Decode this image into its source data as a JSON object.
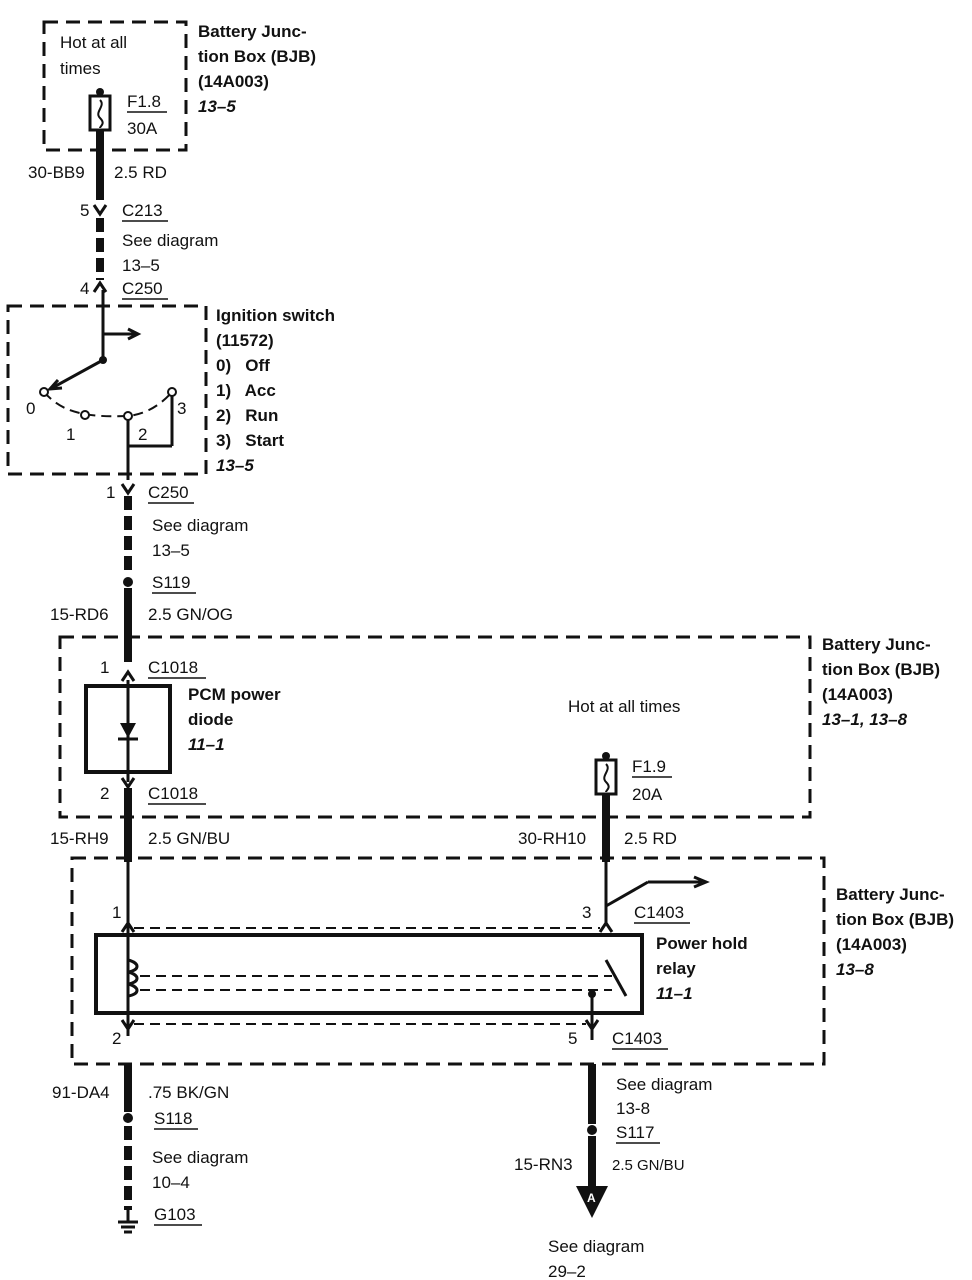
{
  "bjb_top": {
    "hot_line1": "Hot at all",
    "hot_line2": "times",
    "title1": "Battery Junc-",
    "title2": "tion Box (BJB)",
    "part": "(14A003)",
    "ref": "13–5",
    "fuse_id": "F1.8",
    "fuse_rating": "30A"
  },
  "wire1": {
    "circuit": "30-BB9",
    "spec": "2.5 RD"
  },
  "c213": {
    "pin": "5",
    "id": "C213",
    "note1": "See diagram",
    "note2": "13–5"
  },
  "c250_top": {
    "pin": "4",
    "id": "C250"
  },
  "ignition": {
    "title": "Ignition switch",
    "part": "(11572)",
    "pos0": "0)   Off",
    "pos1": "1)   Acc",
    "pos2": "2)   Run",
    "pos3": "3)   Start",
    "ref": "13–5",
    "mark0": "0",
    "mark1": "1",
    "mark2": "2",
    "mark3": "3"
  },
  "c250_bot": {
    "pin": "1",
    "id": "C250",
    "note1": "See diagram",
    "note2": "13–5"
  },
  "s119": {
    "id": "S119"
  },
  "wire2": {
    "circuit": "15-RD6",
    "spec": "2.5 GN/OG"
  },
  "bjb_mid": {
    "title1": "Battery Junc-",
    "title2": "tion Box (BJB)",
    "part": "(14A003)",
    "ref": "13–1, 13–8",
    "hot": "Hot at all times",
    "fuse_id": "F1.9",
    "fuse_rating": "20A"
  },
  "diode": {
    "pin_top": "1",
    "conn_top": "C1018",
    "title1": "PCM power",
    "title2": "diode",
    "ref": "11–1",
    "pin_bot": "2",
    "conn_bot": "C1018"
  },
  "wire3": {
    "circuit": "15-RH9",
    "spec": "2.5 GN/BU"
  },
  "wire4": {
    "circuit": "30-RH10",
    "spec": "2.5 RD"
  },
  "bjb_bot": {
    "title1": "Battery Junc-",
    "title2": "tion Box (BJB)",
    "part": "(14A003)",
    "ref": "13–8"
  },
  "relay": {
    "pin1": "1",
    "pin3": "3",
    "conn_top": "C1403",
    "title1": "Power hold",
    "title2": "relay",
    "ref": "11–1",
    "pin2": "2",
    "pin5": "5",
    "conn_bot": "C1403"
  },
  "wire5": {
    "circuit": "91-DA4",
    "spec": ".75 BK/GN"
  },
  "s118": {
    "id": "S118",
    "note1": "See diagram",
    "note2": "10–4"
  },
  "g103": {
    "id": "G103"
  },
  "right_bottom": {
    "note1": "See diagram",
    "note2": "13-8",
    "splice": "S117",
    "circuit": "15-RN3",
    "spec": "2.5 GN/BU",
    "connector_letter": "A",
    "dest1": "See diagram",
    "dest2": "29–2"
  }
}
